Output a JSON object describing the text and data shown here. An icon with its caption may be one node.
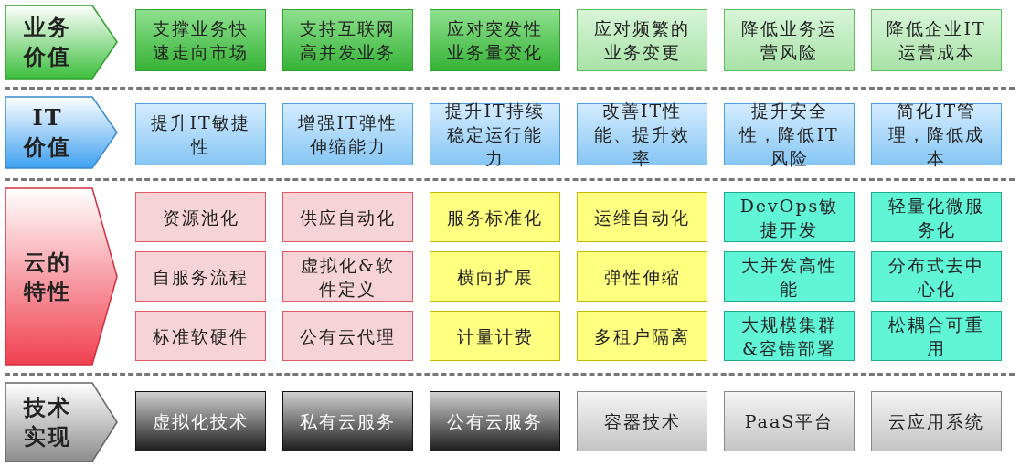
{
  "diagram": {
    "nodes": [
      {
        "text": [
          "业务价值"
        ]
      },
      {
        "text": [
          "支撑业务快速走向市场"
        ]
      },
      {
        "text": [
          "支持互联网高并发业务"
        ]
      },
      {
        "text": [
          "应对突发性业务量变化"
        ]
      },
      {
        "text": [
          "应对频繁的业务变更"
        ]
      },
      {
        "text": [
          "降低业务运营风险"
        ]
      },
      {
        "text": [
          "降低企业IT运营成本"
        ]
      },
      {
        "text": [
          "IT价值"
        ]
      },
      {
        "text": [
          "提升IT敏捷性"
        ]
      },
      {
        "text": [
          "增强IT弹性伸缩能力"
        ]
      },
      {
        "text": [
          "提升IT持续稳定运行能力"
        ]
      },
      {
        "text": [
          "改善IT性能、提升效率"
        ]
      },
      {
        "text": [
          "提升安全性，降低IT风险"
        ]
      },
      {
        "text": [
          "简化IT管理，降低成本"
        ]
      },
      {
        "text": [
          "云的特性"
        ]
      },
      {
        "text": [
          "资源池化"
        ]
      },
      {
        "text": [
          "供应自动化"
        ]
      },
      {
        "text": [
          "服务标准化"
        ]
      },
      {
        "text": [
          "运维自动化"
        ]
      },
      {
        "text": [
          "DevOps敏捷开发"
        ]
      },
      {
        "text": [
          "轻量化微服务化"
        ]
      },
      {
        "text": [
          "自服务流程"
        ]
      },
      {
        "text": [
          "虚拟化&软件定义"
        ]
      },
      {
        "text": [
          "横向扩展"
        ]
      },
      {
        "text": [
          "弹性伸缩"
        ]
      },
      {
        "text": [
          "大并发高性能"
        ]
      },
      {
        "text": [
          "分布式去中心化"
        ]
      },
      {
        "text": [
          "标准软硬件"
        ]
      },
      {
        "text": [
          "公有云代理"
        ]
      },
      {
        "text": [
          "计量计费"
        ]
      },
      {
        "text": [
          "多租户隔离"
        ]
      },
      {
        "text": [
          "大规模集群&容错部署"
        ]
      },
      {
        "text": [
          "松耦合可重用"
        ]
      },
      {
        "text": [
          "技术实现"
        ]
      },
      {
        "text": [
          "虚拟化技术"
        ]
      },
      {
        "text": [
          "私有云服务"
        ]
      },
      {
        "text": [
          "公有云服务"
        ]
      },
      {
        "text": [
          "容器技术"
        ]
      },
      {
        "text": [
          "PaaS平台"
        ]
      },
      {
        "text": [
          "云应用系统"
        ]
      }
    ]
  }
}
